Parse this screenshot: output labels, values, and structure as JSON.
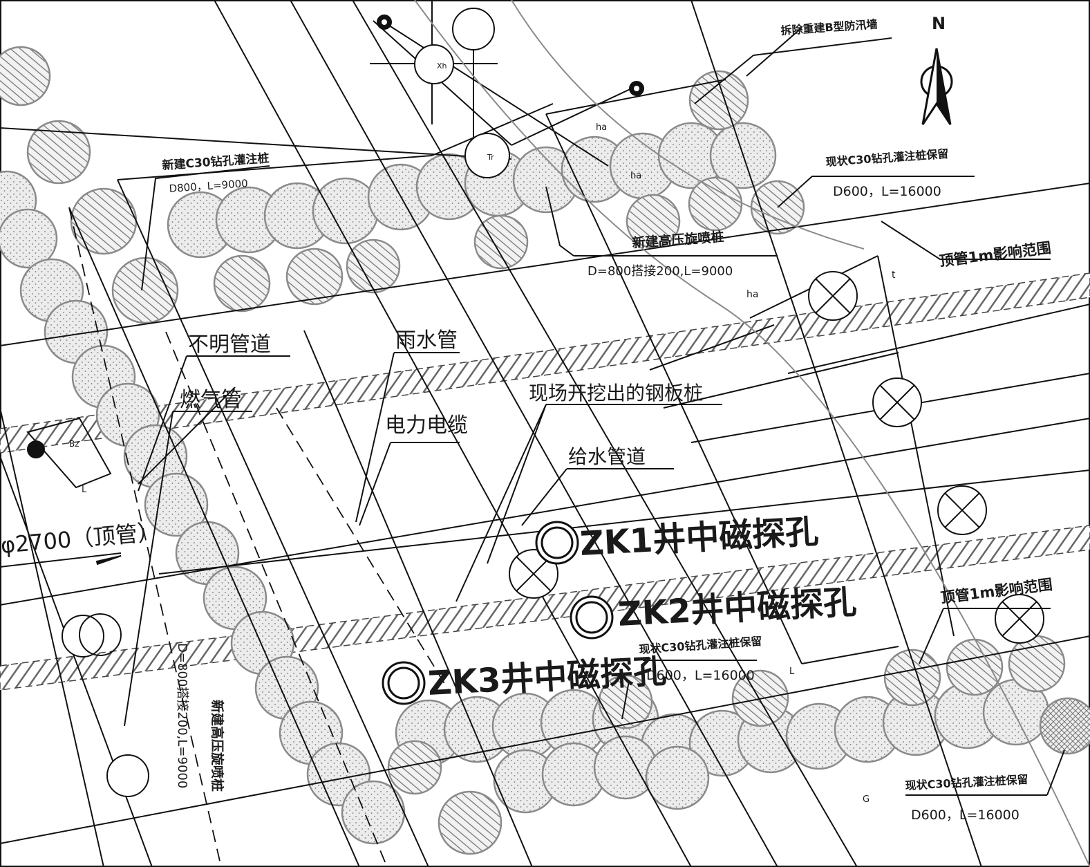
{
  "north": {
    "label": "N"
  },
  "labels": {
    "demolish_wall": "拆除重建B型防汛墙",
    "new_bored_pile": "新建C30钻孔灌注桩",
    "new_bored_pile_spec": "D800，L=9000",
    "exist_pile_top": "现状C30钻孔灌注桩保留",
    "exist_pile_top_spec": "D600，L=16000",
    "jet_pile": "新建高压旋喷桩",
    "jet_pile_spec": "D=800搭接200,L=9000",
    "pipe_influence_top": "顶管1m影响范围",
    "pipe_influence_mid": "顶管1m影响范围",
    "unknown_pipe": "不明管道",
    "rain_pipe": "雨水管",
    "gas_pipe": "燃气管",
    "sheet_pile": "现场开挖出的钢板桩",
    "power_cable": "电力电缆",
    "water_pipe": "给水管道",
    "jacking_pipe": "φ2700（顶管）",
    "zk1": "ZK1井中磁探孔",
    "zk2": "ZK2井中磁探孔",
    "zk3": "ZK3井中磁探孔",
    "exist_pile_mid": "现状C30钻孔灌注桩保留",
    "exist_pile_mid_spec": "D600，L=16000",
    "exist_pile_bot": "现状C30钻孔灌注桩保留",
    "exist_pile_bot_spec": "D600，L=16000",
    "jet_pile_vertical": "新建高压旋喷桩",
    "jet_pile_vertical_spec": "D=800搭接200,L=9000",
    "mark_xh": "Xh",
    "mark_tr": "Tr",
    "mark_ha1": "ha",
    "mark_ha2": "ha",
    "mark_ha3": "ha",
    "mark_t": "t",
    "mark_bz": "Bz",
    "mark_l1": "L",
    "mark_l2": "L",
    "mark_g": "G"
  }
}
